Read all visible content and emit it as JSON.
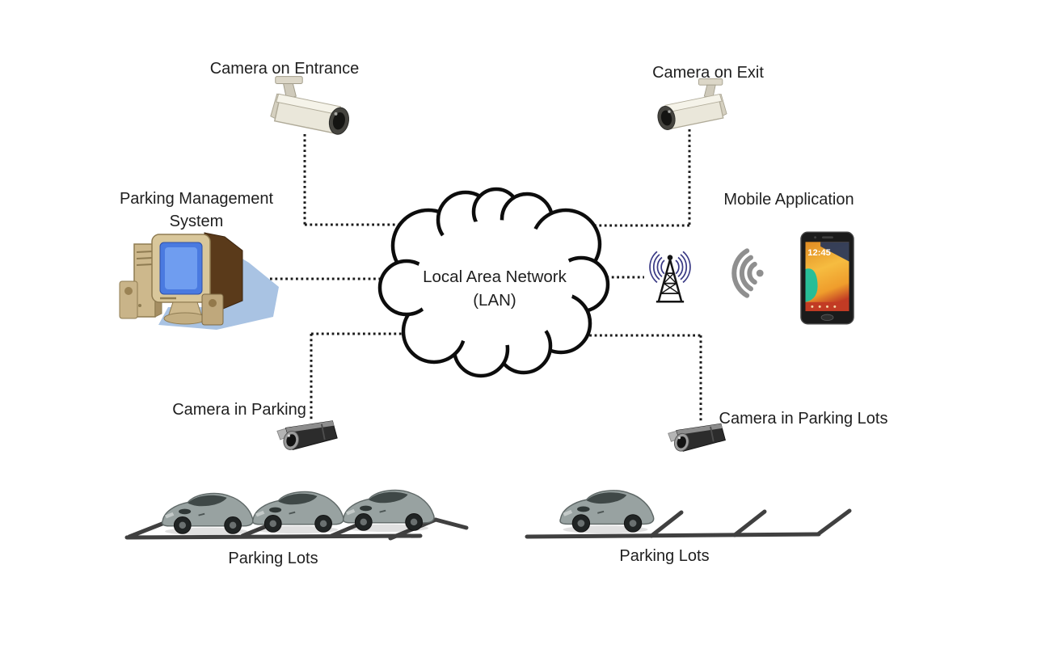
{
  "nodes": {
    "camera_entrance": {
      "label": "Camera on Entrance"
    },
    "camera_exit": {
      "label": "Camera on Exit"
    },
    "parking_management_system": {
      "label_line1": "Parking Management",
      "label_line2": "System"
    },
    "lan_cloud": {
      "label_line1": "Local Area Network",
      "label_line2": "(LAN)"
    },
    "mobile_application": {
      "label": "Mobile Application",
      "phone_time": "12:45"
    },
    "camera_in_parking": {
      "label": "Camera in Parking"
    },
    "camera_in_parking_lots": {
      "label": "Camera in Parking Lots"
    },
    "parking_lots_left": {
      "label": "Parking Lots",
      "car_count": 3,
      "spot_count": 3
    },
    "parking_lots_right": {
      "label": "Parking Lots",
      "car_count": 1,
      "spot_count": 3,
      "empty_spots": 2
    }
  },
  "edges": [
    {
      "from": "camera_entrance",
      "to": "lan_cloud",
      "style": "dotted"
    },
    {
      "from": "camera_exit",
      "to": "lan_cloud",
      "style": "dotted"
    },
    {
      "from": "parking_management_system",
      "to": "lan_cloud",
      "style": "dotted"
    },
    {
      "from": "lan_cloud",
      "to": "radio_antenna",
      "style": "dotted"
    },
    {
      "from": "radio_antenna",
      "to": "mobile_application",
      "style": "wireless"
    },
    {
      "from": "camera_in_parking",
      "to": "lan_cloud",
      "style": "dotted"
    },
    {
      "from": "camera_in_parking_lots",
      "to": "lan_cloud",
      "style": "dotted"
    }
  ],
  "icons": {
    "camera_entrance": "bullet-camera-icon",
    "camera_exit": "bullet-camera-icon",
    "parking_management_system": "desktop-computer-icon",
    "lan_cloud": "cloud-icon",
    "radio_antenna": "antenna-tower-icon",
    "wireless_link": "wifi-signal-icon",
    "mobile_application": "smartphone-icon",
    "camera_in_parking": "cctv-camera-icon",
    "camera_in_parking_lots": "cctv-camera-icon",
    "parking_lots": "car-icon"
  },
  "colors": {
    "background": "#ffffff",
    "text": "#1f1f1f",
    "dotted_line": "#1a1a1a",
    "cloud_outline": "#0d0d0d",
    "parking_line": "#404040",
    "car_body": "#98a2a1",
    "computer_beige": "#d9c79b",
    "computer_brown": "#5a3a1a",
    "screen_blue": "#4a7ae0",
    "shadow_blue": "#a9c3e3",
    "phone_screen_orange": "#f5a62e",
    "phone_screen_teal": "#16bfa0",
    "phone_screen_red": "#c23b24",
    "antenna_wave_blue": "#3a3a85",
    "wifi_gray": "#8f8f8f"
  }
}
